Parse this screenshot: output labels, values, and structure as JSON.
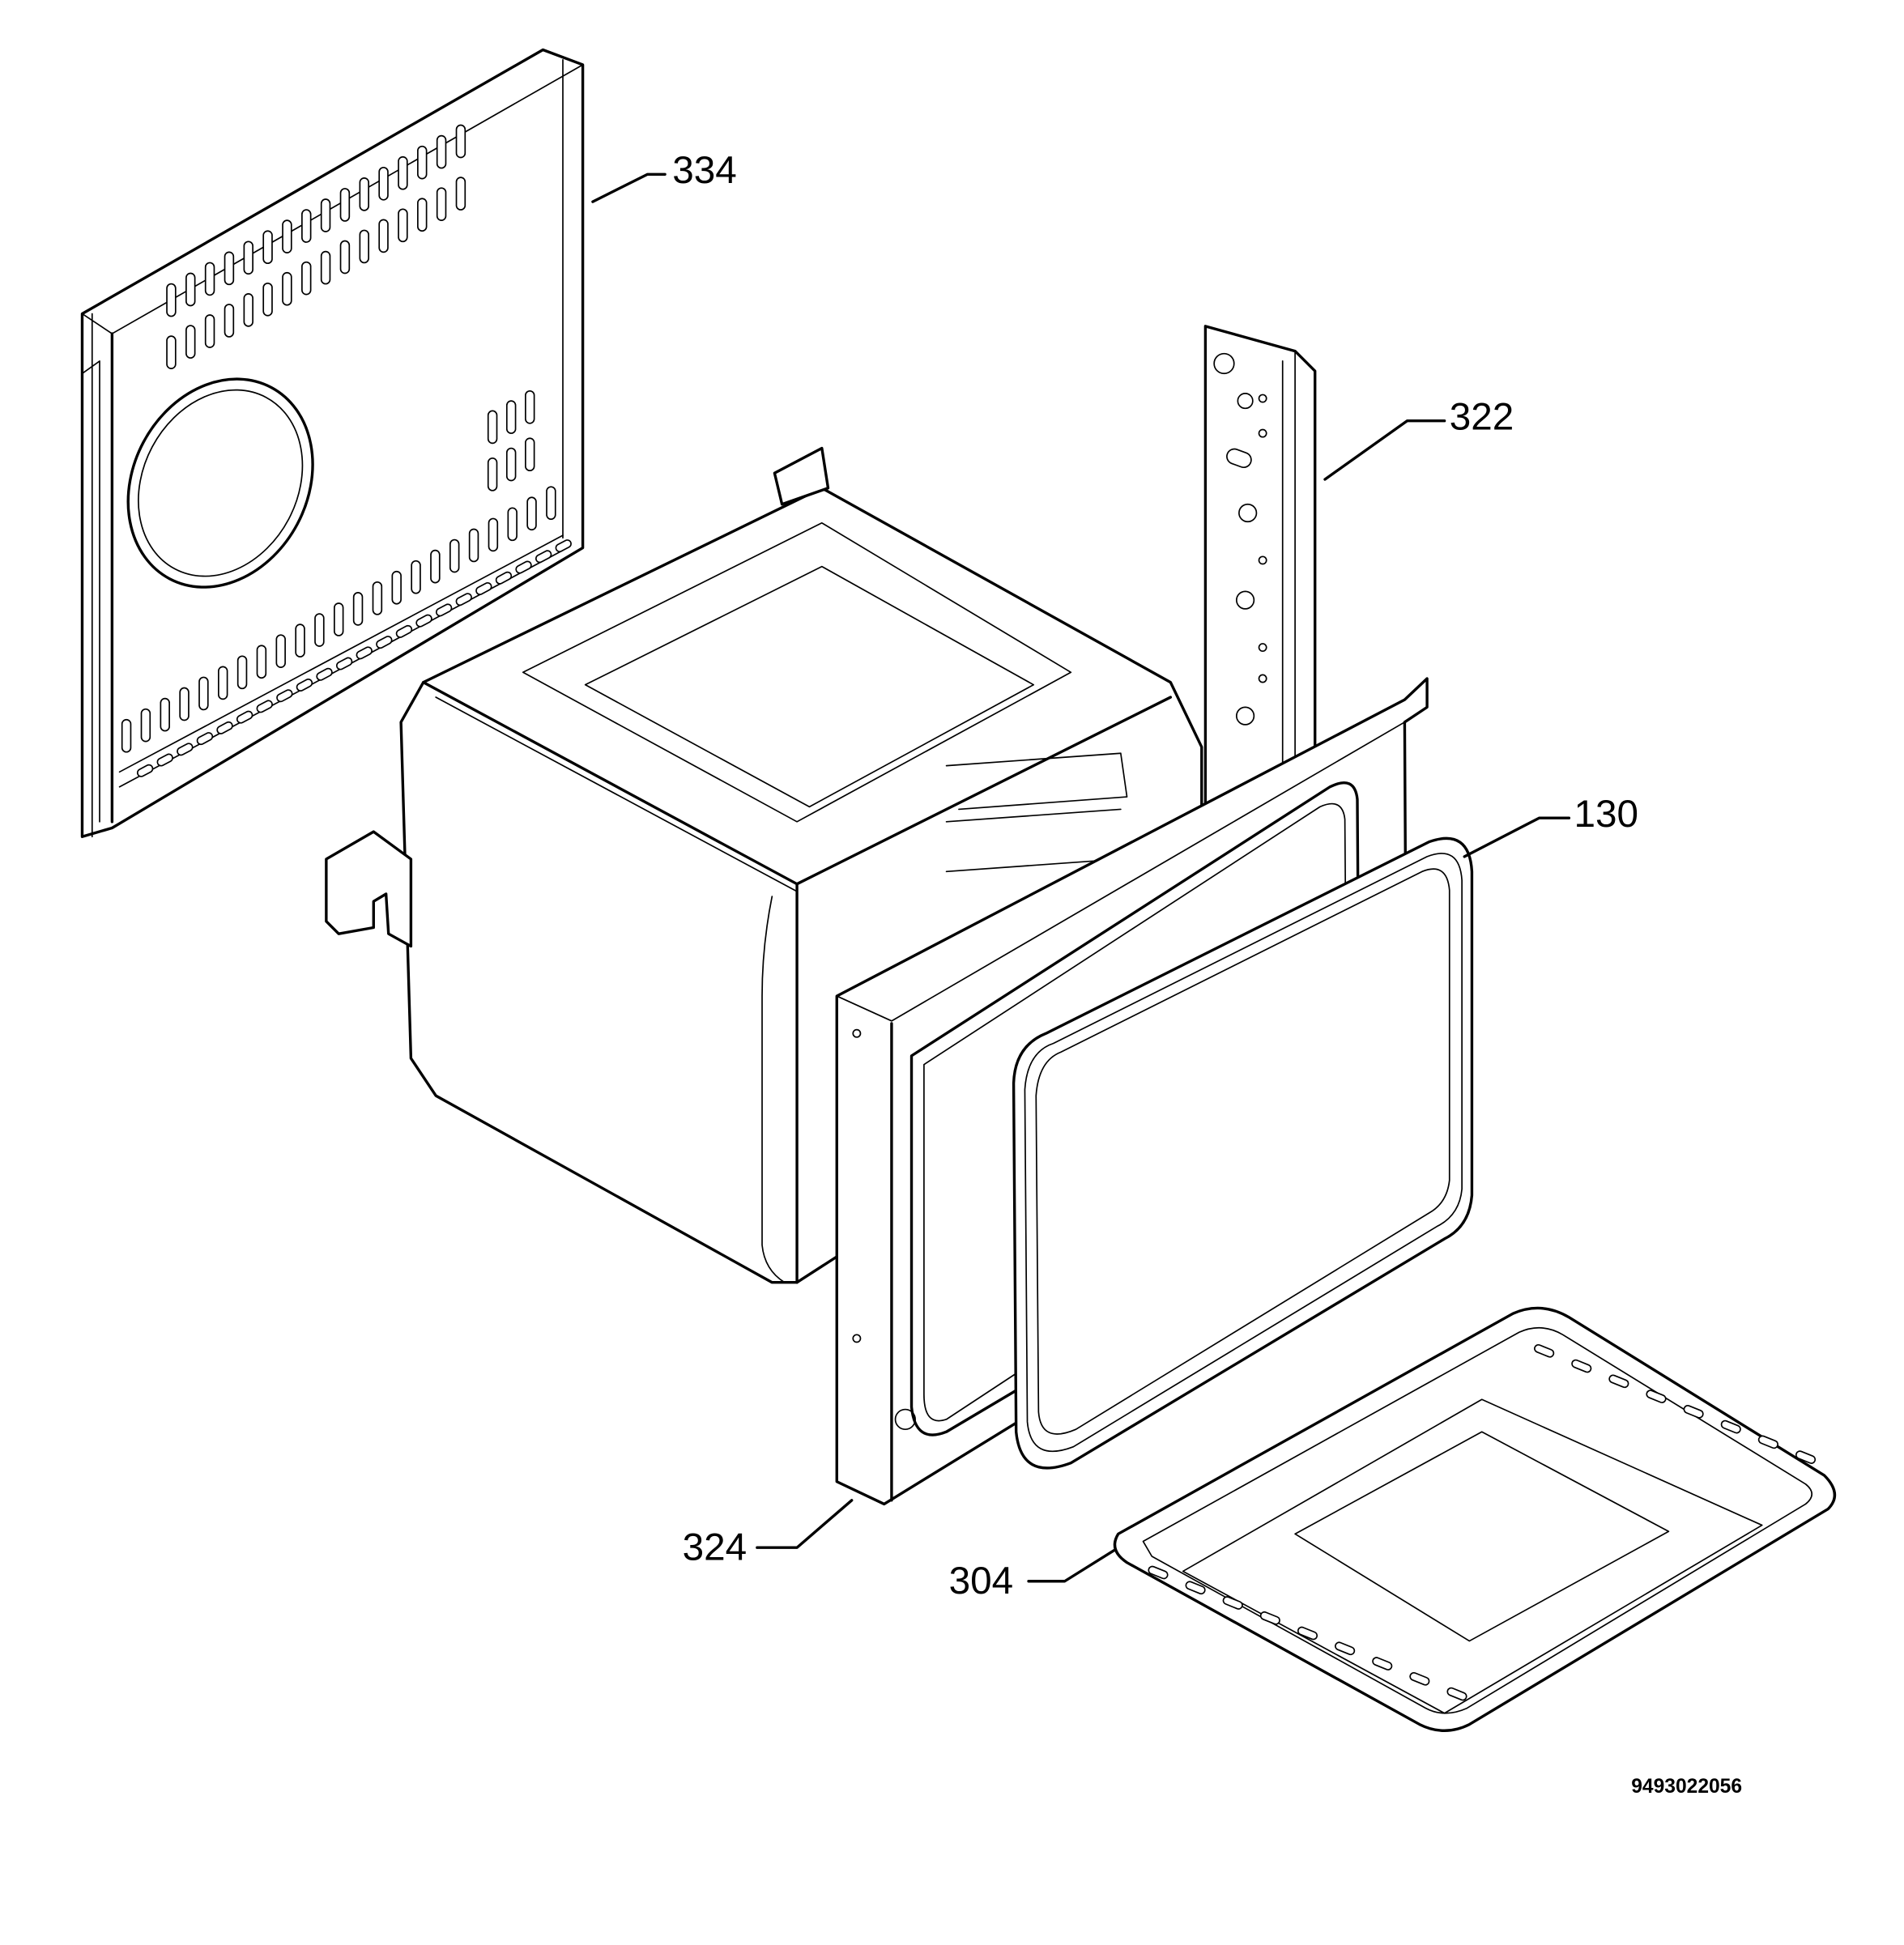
{
  "diagram": {
    "parts": [
      {
        "id": "334",
        "label": "334"
      },
      {
        "id": "322",
        "label": "322"
      },
      {
        "id": "130",
        "label": "130"
      },
      {
        "id": "324",
        "label": "324"
      },
      {
        "id": "304",
        "label": "304"
      }
    ],
    "drawing_number": "9493022056"
  }
}
